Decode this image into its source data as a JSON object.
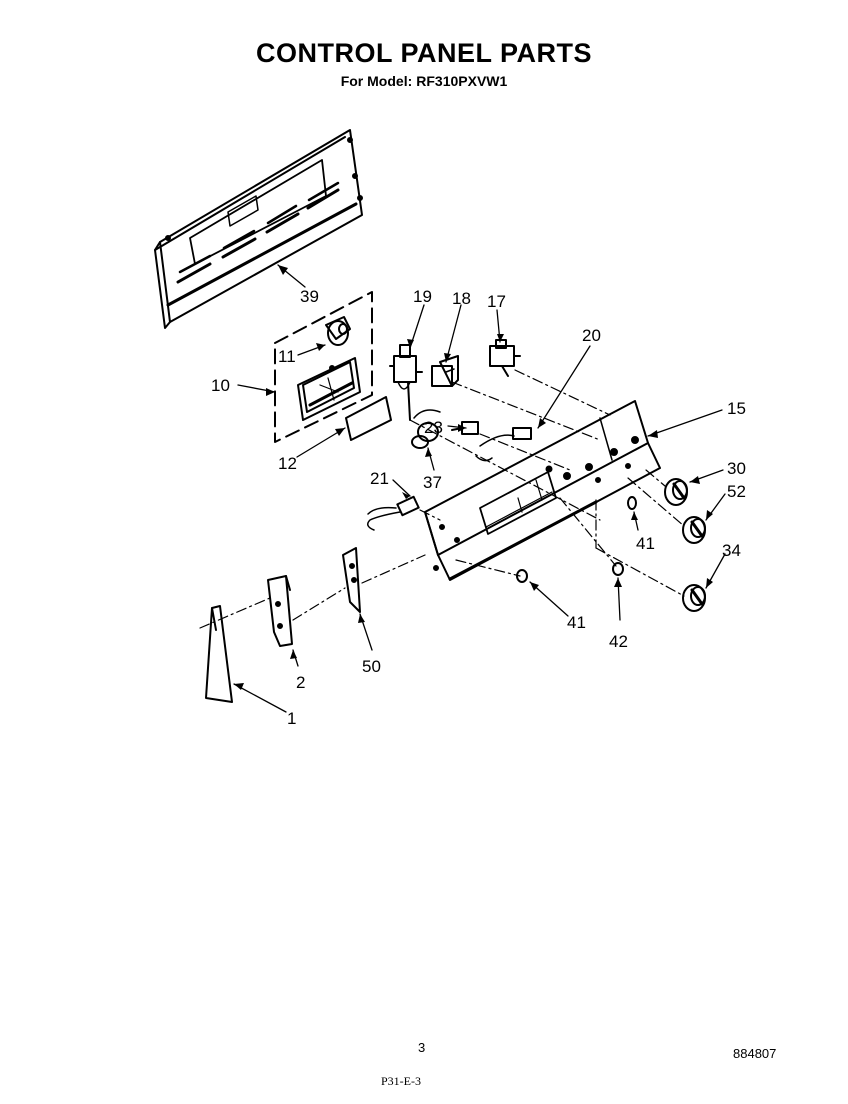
{
  "header": {
    "title": "CONTROL PANEL PARTS",
    "model_label": "For Model:",
    "model_number": "RF310PXVW1"
  },
  "callouts": {
    "c1": "1",
    "c2": "2",
    "c10": "10",
    "c11": "11",
    "c12": "12",
    "c15": "15",
    "c17": "17",
    "c18": "18",
    "c19": "19",
    "c20": "20",
    "c21": "21",
    "c23": "23",
    "c30": "30",
    "c34": "34",
    "c37": "37",
    "c39": "39",
    "c41a": "41",
    "c41b": "41",
    "c42": "42",
    "c50": "50",
    "c52": "52"
  },
  "footer": {
    "page_number": "3",
    "document_number": "884807",
    "reference_code": "P31-E-3"
  },
  "colors": {
    "ink": "#000000",
    "paper": "#ffffff"
  }
}
